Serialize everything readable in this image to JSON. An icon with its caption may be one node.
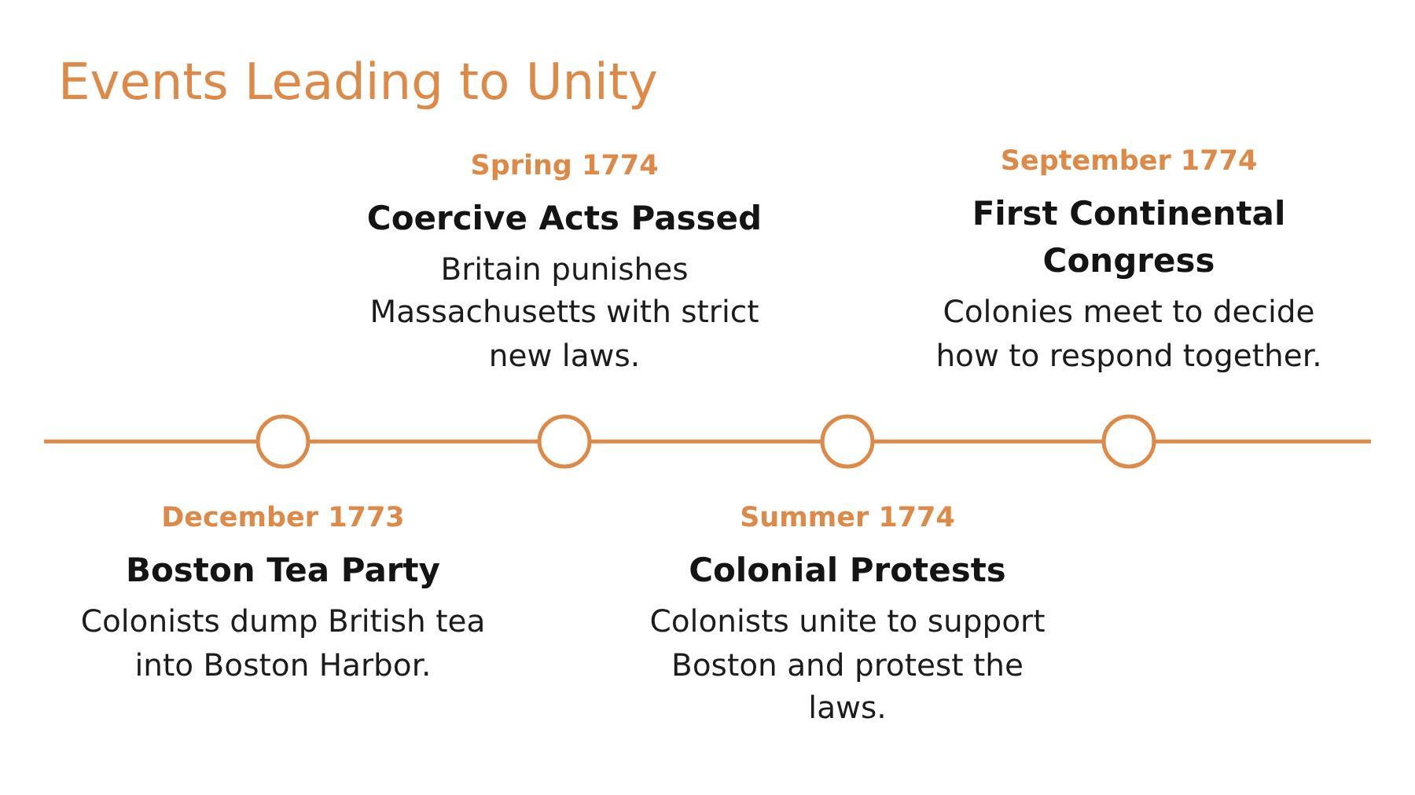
{
  "diagram": {
    "title": "Events Leading to Unity",
    "nodes": [
      {
        "text": [],
        "shape": "circle",
        "beside": [
          "December 1773",
          "Boston Tea Party",
          "Colonists dump British tea into Boston Harbor."
        ]
      },
      {
        "text": [],
        "shape": "circle",
        "beside": [
          "Spring 1774",
          "Coercive Acts Passed",
          "Britain punishes Massachusetts with strict new laws."
        ]
      },
      {
        "text": [],
        "shape": "circle",
        "beside": [
          "Summer 1774",
          "Colonial Protests",
          "Colonists unite to support Boston and protest the laws."
        ]
      },
      {
        "text": [],
        "shape": "circle",
        "beside": [
          "September 1774",
          "First Continental Congress",
          "Colonies meet to decide how to respond together."
        ]
      }
    ],
    "edges": [
      {
        "from": null,
        "to": 0,
        "arrow": "none"
      },
      {
        "from": 0,
        "to": 1,
        "arrow": "none"
      },
      {
        "from": 1,
        "to": 2,
        "arrow": "none"
      },
      {
        "from": 2,
        "to": 3,
        "arrow": "none"
      },
      {
        "from": 3,
        "to": null,
        "arrow": "none"
      }
    ]
  }
}
